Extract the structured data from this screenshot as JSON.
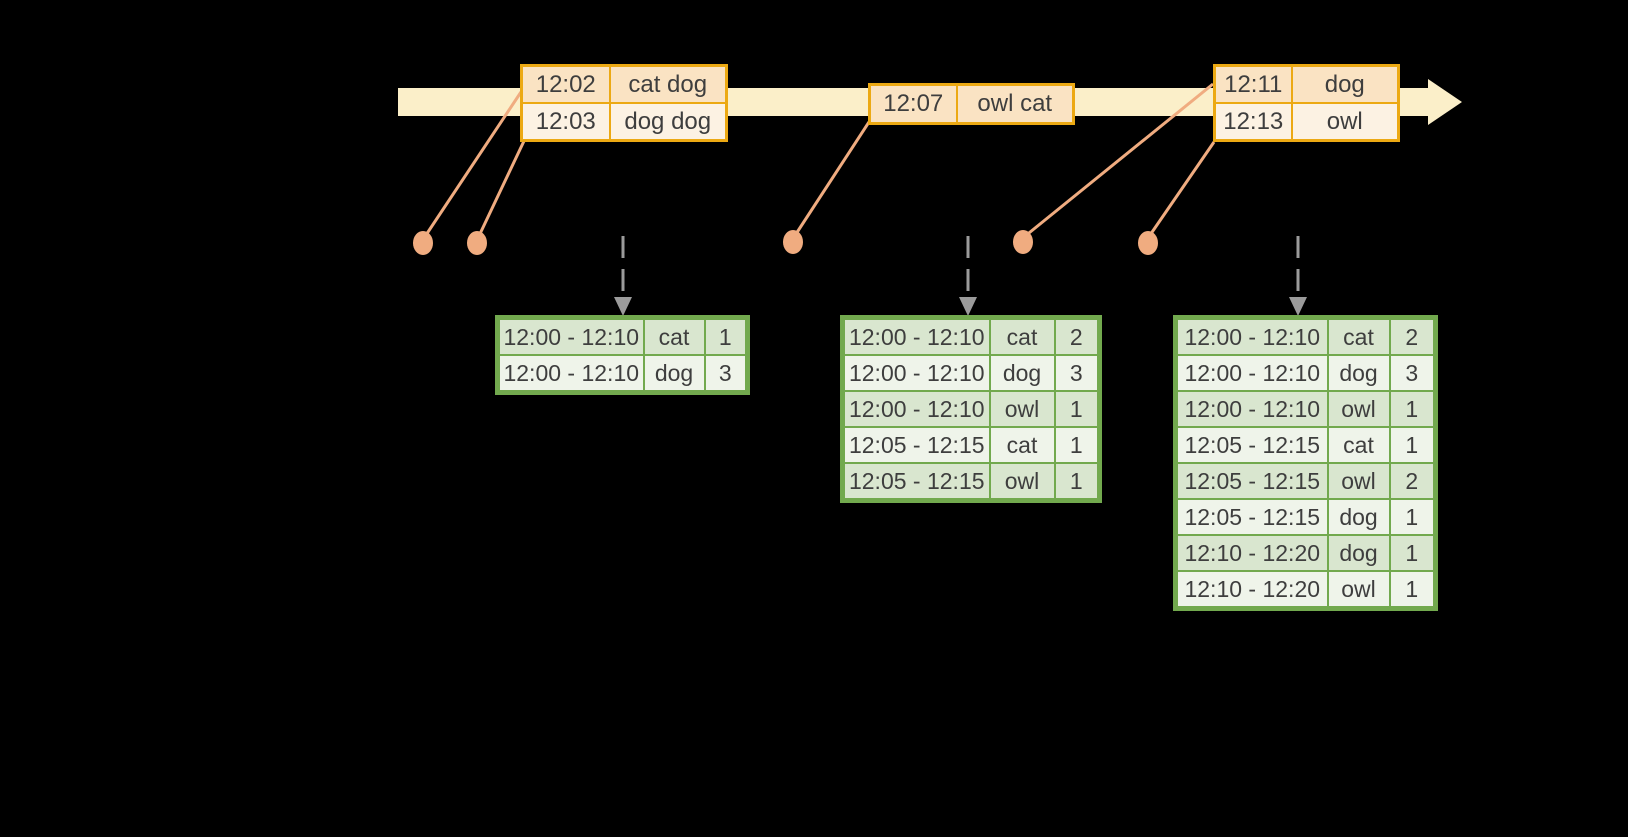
{
  "colors": {
    "background": "#000000",
    "timeline_band": "#FBEFC9",
    "event_table_border": "#ECA913",
    "event_row_dark": "#FAE3C3",
    "event_row_light": "#FCF2E3",
    "marker_salmon": "#F0AC80",
    "result_table_border": "#72A94E",
    "result_row_dark": "#D9E6CF",
    "result_row_light": "#EFF4EA",
    "trigger_arrow_gray": "#9B9B9B",
    "text": "#3E3E3E"
  },
  "icons": {
    "timeline_arrowhead": "right-arrowhead",
    "trigger_arrow": "dashed-down-arrow",
    "event_marker": "salmon-dot"
  },
  "event_tables": [
    {
      "rows": [
        {
          "time": "12:02",
          "words": "cat dog"
        },
        {
          "time": "12:03",
          "words": "dog dog"
        }
      ]
    },
    {
      "rows": [
        {
          "time": "12:07",
          "words": "owl cat"
        }
      ]
    },
    {
      "rows": [
        {
          "time": "12:11",
          "words": "dog"
        },
        {
          "time": "12:13",
          "words": "owl"
        }
      ]
    }
  ],
  "result_tables": [
    {
      "rows": [
        {
          "window": "12:00 - 12:10",
          "word": "cat",
          "count": "1"
        },
        {
          "window": "12:00 - 12:10",
          "word": "dog",
          "count": "3"
        }
      ]
    },
    {
      "rows": [
        {
          "window": "12:00 - 12:10",
          "word": "cat",
          "count": "2"
        },
        {
          "window": "12:00 - 12:10",
          "word": "dog",
          "count": "3"
        },
        {
          "window": "12:00 - 12:10",
          "word": "owl",
          "count": "1"
        },
        {
          "window": "12:05 - 12:15",
          "word": "cat",
          "count": "1"
        },
        {
          "window": "12:05 - 12:15",
          "word": "owl",
          "count": "1"
        }
      ]
    },
    {
      "rows": [
        {
          "window": "12:00 - 12:10",
          "word": "cat",
          "count": "2"
        },
        {
          "window": "12:00 - 12:10",
          "word": "dog",
          "count": "3"
        },
        {
          "window": "12:00 - 12:10",
          "word": "owl",
          "count": "1"
        },
        {
          "window": "12:05 - 12:15",
          "word": "cat",
          "count": "1"
        },
        {
          "window": "12:05 - 12:15",
          "word": "owl",
          "count": "2"
        },
        {
          "window": "12:05 - 12:15",
          "word": "dog",
          "count": "1"
        },
        {
          "window": "12:10 - 12:20",
          "word": "dog",
          "count": "1"
        },
        {
          "window": "12:10 - 12:20",
          "word": "owl",
          "count": "1"
        }
      ]
    }
  ]
}
